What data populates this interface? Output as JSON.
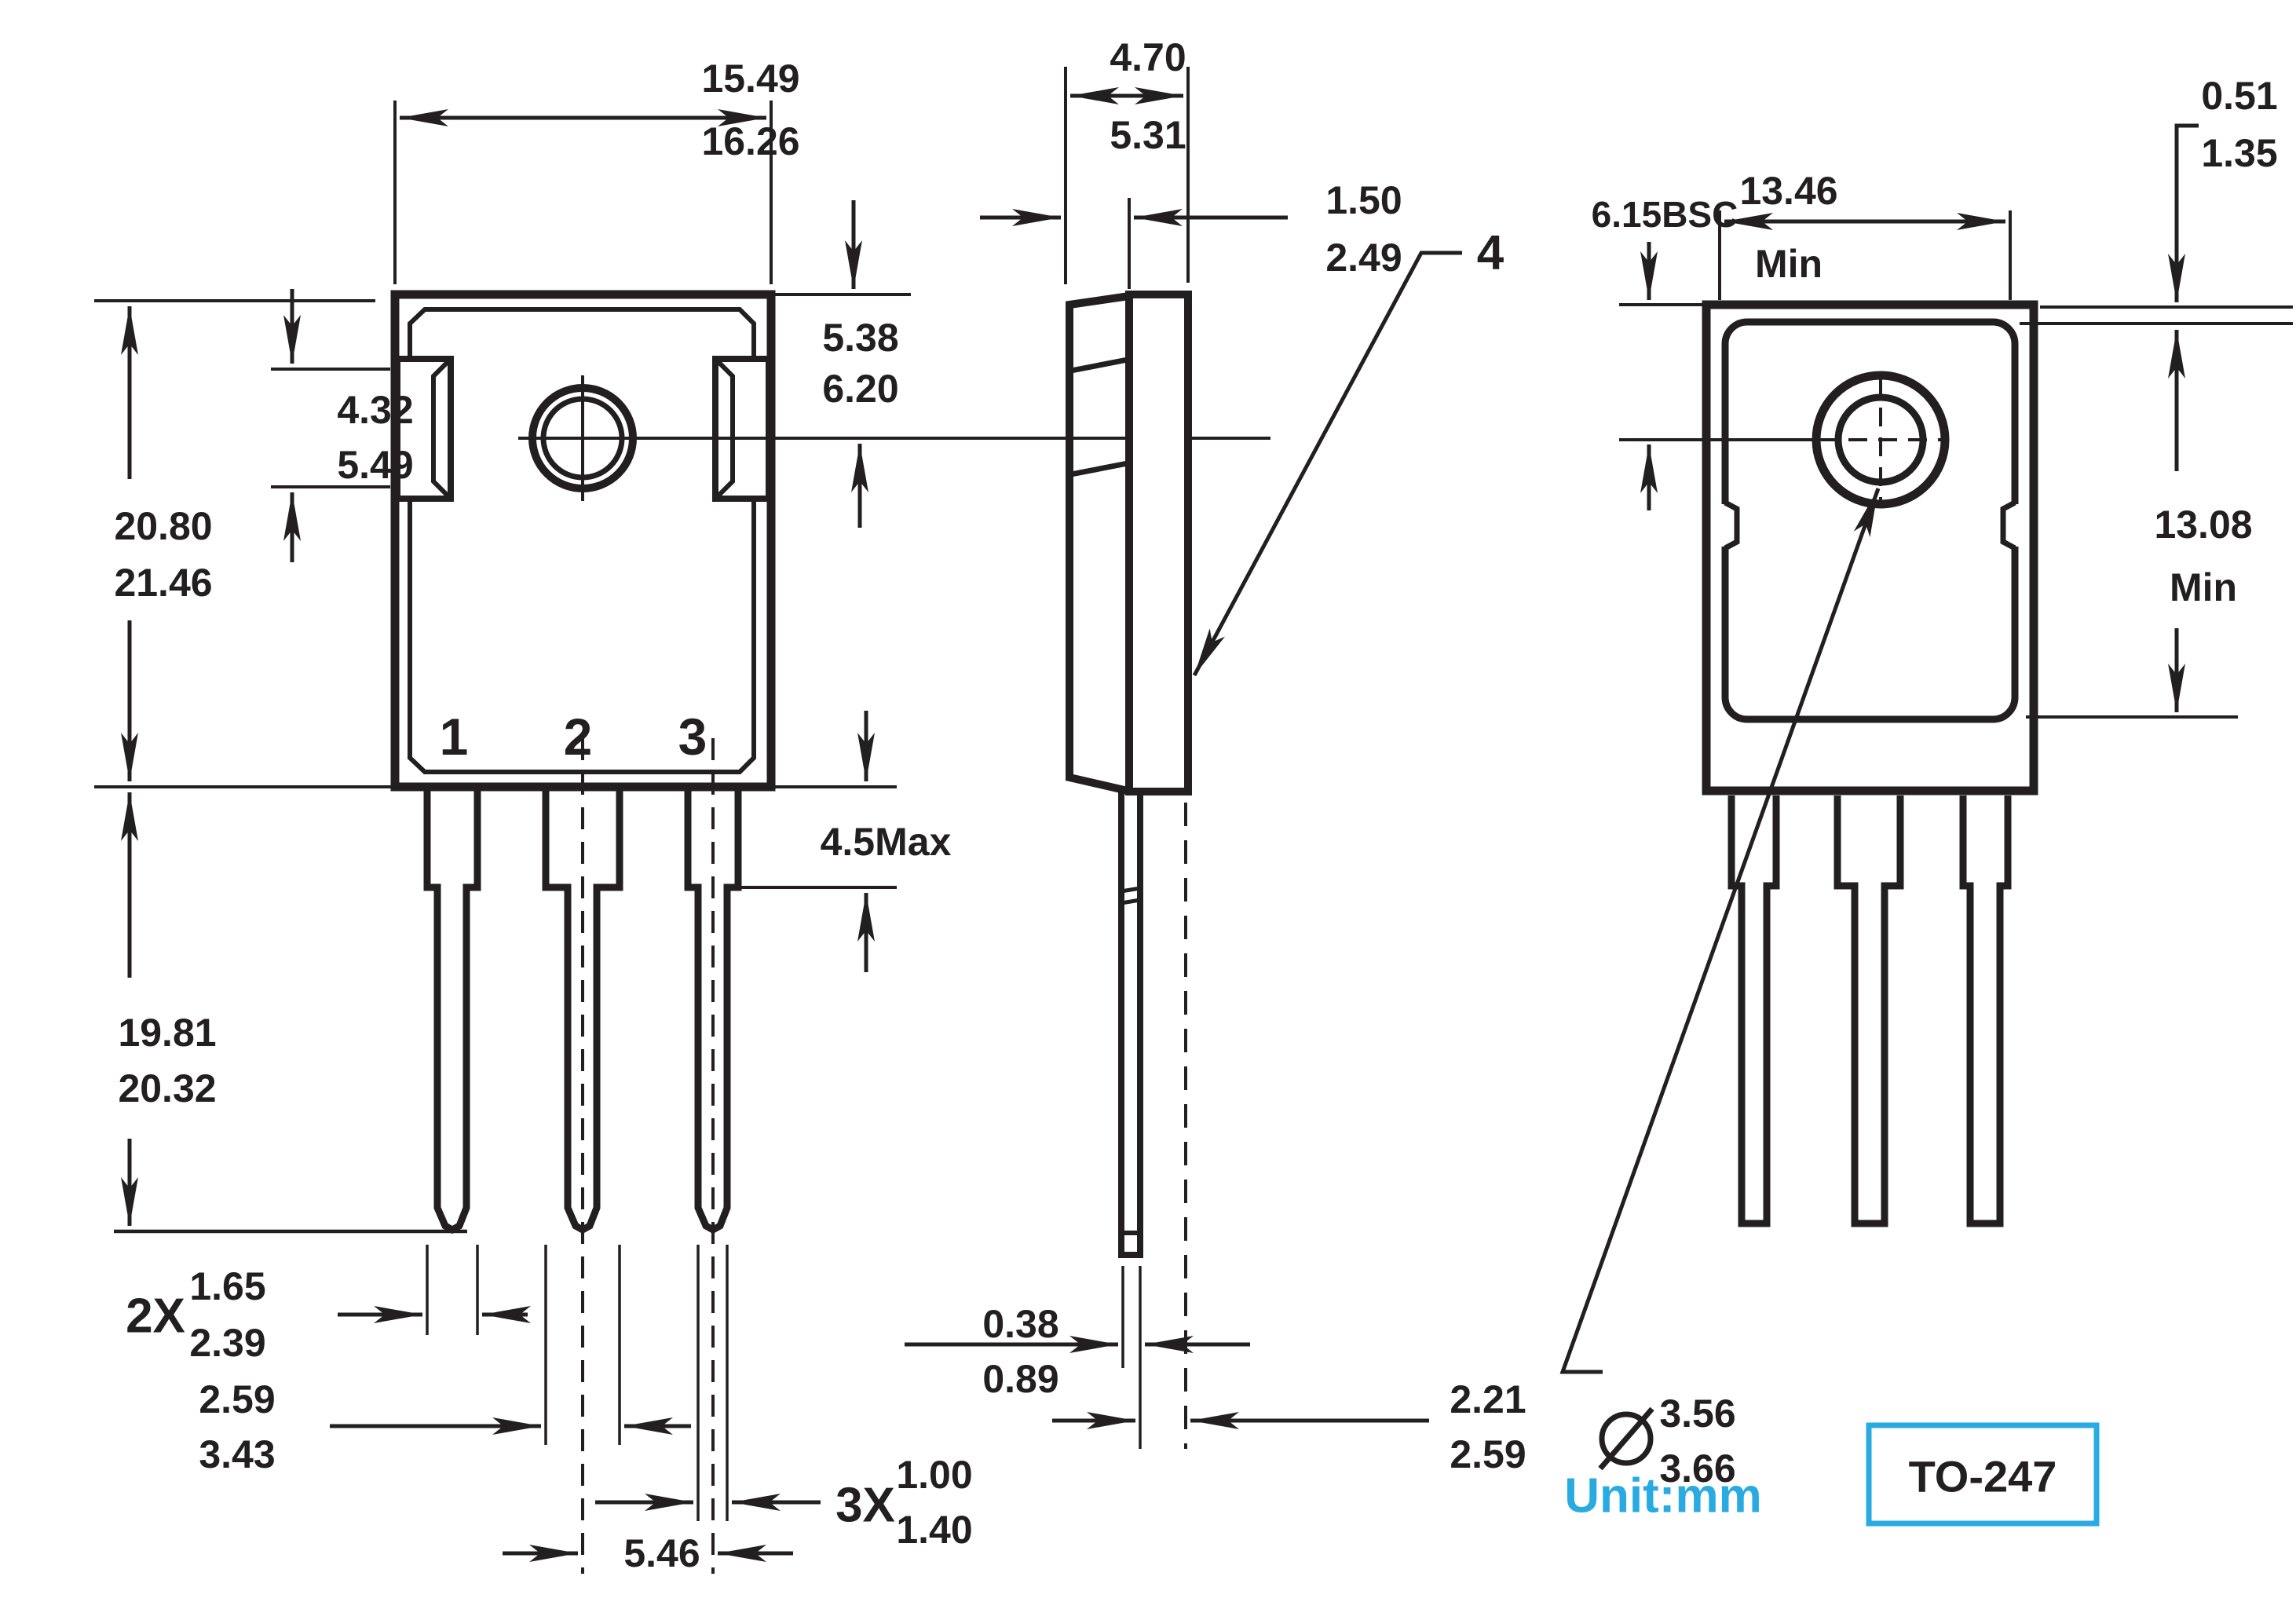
{
  "title": "TO-247 package outline drawing",
  "colors": {
    "ink": "#231f20",
    "accent": "#29abe2",
    "background": "#ffffff"
  },
  "front_view": {
    "pin_labels": [
      "1",
      "2",
      "3"
    ],
    "width_dim": {
      "max": "15.49",
      "min": "16.26"
    },
    "body_height_dim": {
      "line1": "20.80",
      "line2": "21.46"
    },
    "lead_length_dim": {
      "line1": "19.81",
      "line2": "20.32"
    },
    "tab_height_dim": {
      "line1": "4.32",
      "line2": "5.49"
    },
    "hole_offset_dim": {
      "line1": "5.38",
      "line2": "6.20"
    },
    "shoulder_dim": "4.5Max",
    "outer_lead_width": {
      "prefix": "2X",
      "line1": "1.65",
      "line2": "2.39"
    },
    "center_lead_width": {
      "line1": "2.59",
      "line2": "3.43"
    },
    "lead_tip_width": {
      "prefix": "3X",
      "line1": "1.00",
      "line2": "1.40"
    },
    "lead_pitch": "5.46"
  },
  "side_view": {
    "body_thickness_dim": {
      "line1": "4.70",
      "line2": "5.31"
    },
    "tab_thickness_dim": {
      "line1": "1.50",
      "line2": "2.49"
    },
    "surface_callout": "4",
    "lead_tip_thickness_dim": {
      "line1": "0.38",
      "line2": "0.89"
    },
    "lead_thickness_dim": {
      "line1": "2.21",
      "line2": "2.59"
    }
  },
  "back_view": {
    "pad_width_dim": {
      "value": "13.46",
      "qualifier": "Min"
    },
    "edge_offset_dim": {
      "line1": "0.51",
      "line2": "1.35"
    },
    "pad_height_dim": {
      "value": "13.08",
      "qualifier": "Min"
    },
    "hole_center_dim": "6.15BSC",
    "hole_diameter_dim": {
      "line1": "3.56",
      "line2": "3.66"
    }
  },
  "footer": {
    "unit_label": "Unit:mm",
    "package_label": "TO-247"
  }
}
